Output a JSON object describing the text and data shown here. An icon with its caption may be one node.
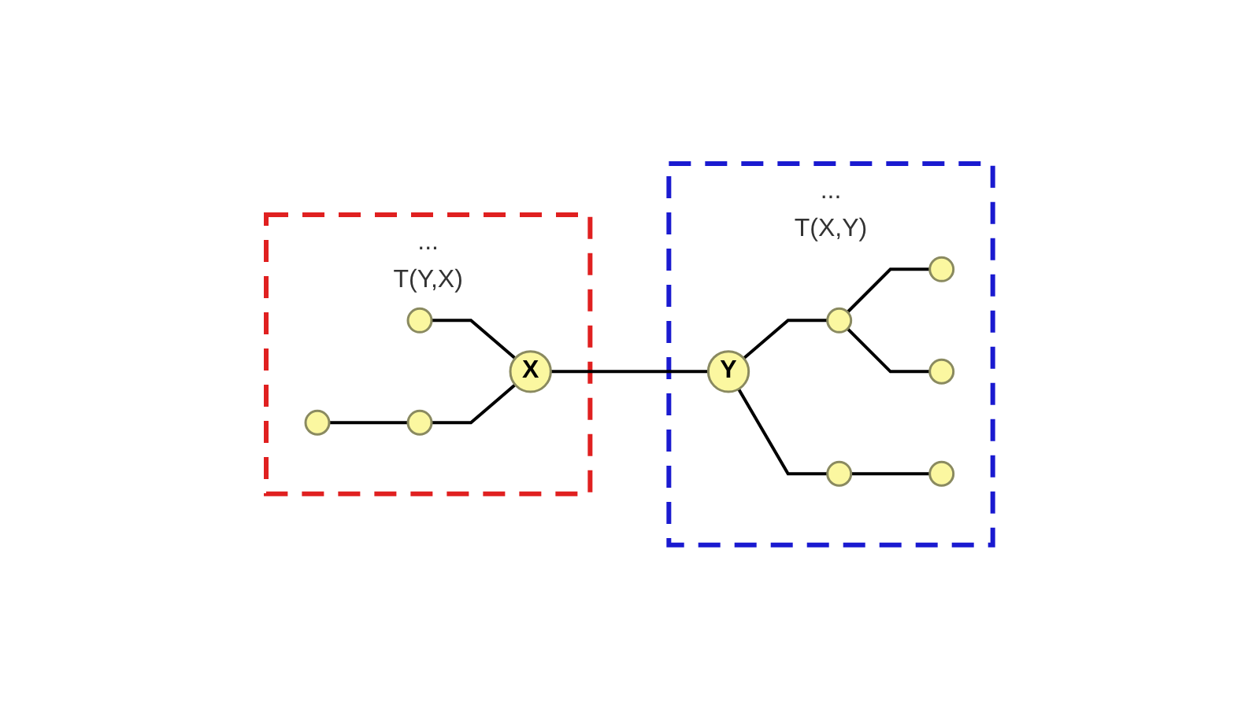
{
  "diagram": {
    "nodes": [
      {
        "text": [
          "...",
          "T(Y,X)"
        ]
      },
      {
        "text": [],
        "shape": "circle",
        "in": 0
      },
      {
        "text": [],
        "shape": "circle",
        "in": 0
      },
      {
        "text": [],
        "shape": "circle",
        "in": 0
      },
      {
        "text": [
          "X"
        ],
        "in": 0
      },
      {
        "text": [
          "...",
          "T(X,Y)"
        ]
      },
      {
        "text": [
          "Y"
        ],
        "in": 5
      },
      {
        "text": [],
        "shape": "circle",
        "in": 5
      },
      {
        "text": [],
        "shape": "circle",
        "in": 5
      },
      {
        "text": [],
        "shape": "circle",
        "in": 5
      },
      {
        "text": [],
        "shape": "circle",
        "in": 5
      },
      {
        "text": [],
        "shape": "circle",
        "in": 5
      }
    ],
    "edges": [
      {
        "from": 1,
        "to": 3,
        "arrow": "none"
      },
      {
        "from": 2,
        "to": 4,
        "arrow": "none"
      },
      {
        "from": 3,
        "to": 4,
        "arrow": "none"
      },
      {
        "from": 4,
        "to": 6,
        "arrow": "none"
      },
      {
        "from": 6,
        "to": 7,
        "arrow": "none"
      },
      {
        "from": 6,
        "to": 8,
        "arrow": "none"
      },
      {
        "from": 7,
        "to": 9,
        "arrow": "none"
      },
      {
        "from": 7,
        "to": 10,
        "arrow": "none"
      },
      {
        "from": 8,
        "to": 11,
        "arrow": "none"
      }
    ]
  }
}
